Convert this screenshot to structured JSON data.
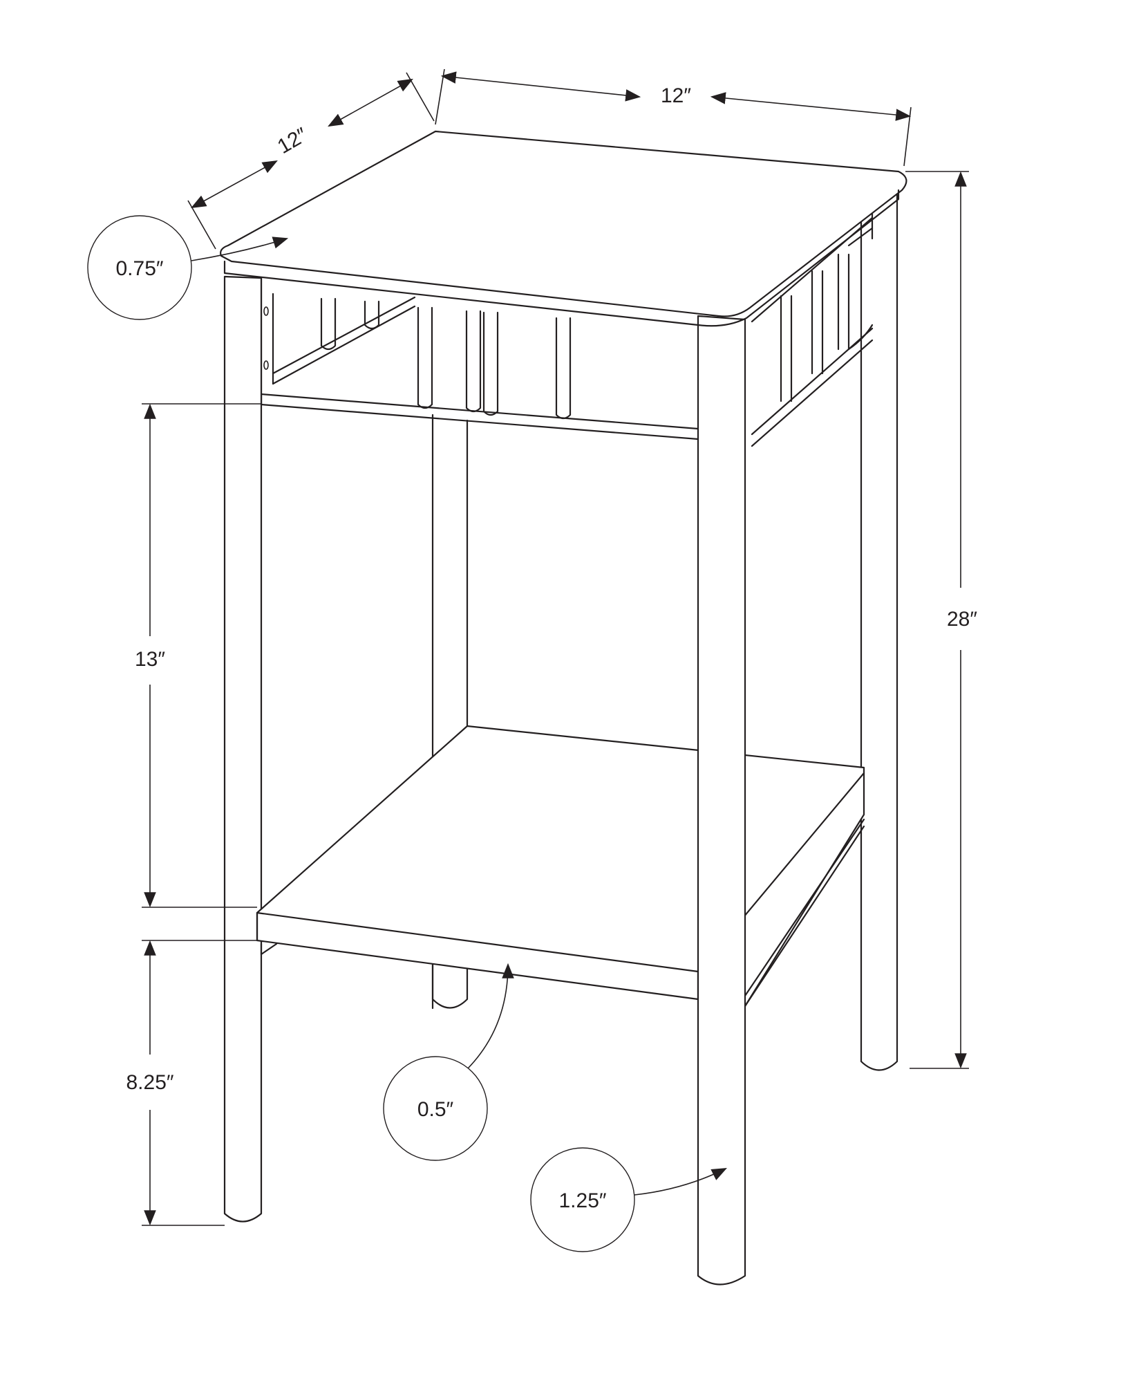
{
  "dimensions": {
    "depth": "12″",
    "width": "12″",
    "height": "28″",
    "shelf_clearance": "13″",
    "shelf_height": "8.25″",
    "top_thickness": "0.75″",
    "shelf_thickness": "0.5″",
    "leg_width": "1.25″"
  },
  "colors": {
    "line": "#231f20",
    "background": "#ffffff"
  }
}
